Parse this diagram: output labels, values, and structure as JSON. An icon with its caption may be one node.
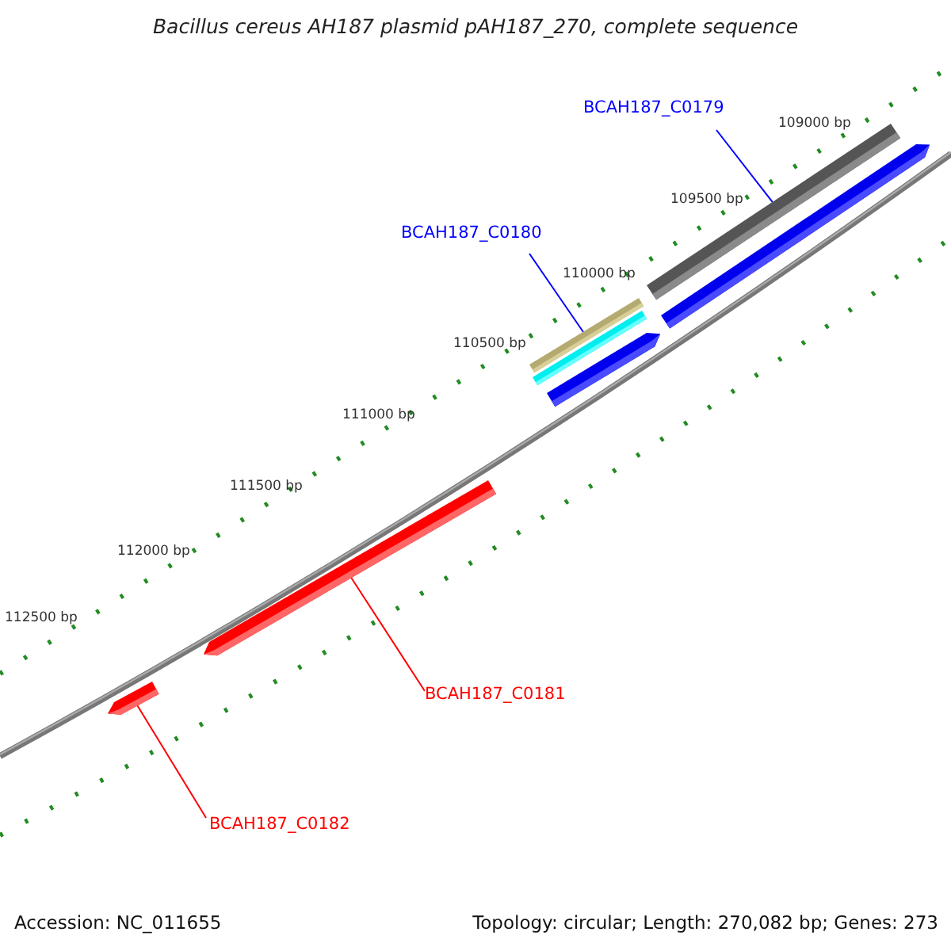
{
  "diagram": {
    "title": "Bacillus cereus AH187 plasmid pAH187_270, complete sequence",
    "nodes": [
      {
        "text": [
          "BCAH187_C0179"
        ]
      },
      {
        "text": [],
        "shape": "bar"
      },
      {
        "text": [
          "BCAH187_C0180"
        ]
      },
      {
        "text": [],
        "shape": "bar"
      },
      {
        "text": [
          "BCAH187_C0181"
        ]
      },
      {
        "text": [],
        "shape": "bar"
      },
      {
        "text": [
          "BCAH187_C0182"
        ]
      },
      {
        "text": [],
        "shape": "bar"
      }
    ],
    "edges": [
      {
        "from": 0,
        "to": 1,
        "arrow": "none",
        "color": "#0000ff"
      },
      {
        "from": 2,
        "to": 3,
        "arrow": "none",
        "color": "#0000ff"
      },
      {
        "from": 4,
        "to": 5,
        "arrow": "none",
        "color": "#ff0000"
      },
      {
        "from": 6,
        "to": 7,
        "arrow": "none",
        "color": "#ff0000"
      }
    ],
    "labels": [
      "109000 bp",
      "109500 bp",
      "110000 bp",
      "110500 bp",
      "111000 bp",
      "111500 bp",
      "112000 bp",
      "112500 bp",
      "Accession: NC_011655",
      "Topology: circular; Length: 270,082 bp; Genes: 273"
    ]
  }
}
